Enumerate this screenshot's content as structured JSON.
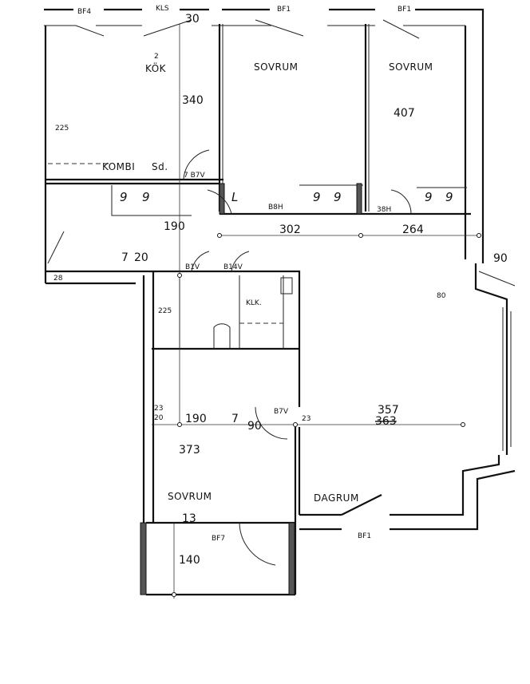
{
  "rooms": {
    "kitchen": "KÖK",
    "kitchen_note": "2",
    "bedroom_1": "SOVRUM",
    "bedroom_2": "SOVRUM",
    "bedroom_3": "SOVRUM",
    "living": "DAGRUM",
    "combi": "KOMBI",
    "combi_suffix": "Sd.",
    "wc": "KLK."
  },
  "codes": {
    "bf4": "BF4",
    "kls": "KLS",
    "bf1_top_a": "BF1",
    "bf1_top_b": "BF1",
    "b7v_top": "7 B7V",
    "b8h": "B8H",
    "b8h_2": "38H",
    "b1v": "B1V",
    "b14v": "B14V",
    "b7v_mid": "B7V",
    "bf7": "BF7",
    "bf1_bottom": "BF1",
    "l_mark": "L",
    "nine": "9"
  },
  "dimensions": {
    "d30": "30",
    "d340": "340",
    "d407": "407",
    "d225_top": "225",
    "d190_v": "190",
    "d302": "302",
    "d264": "264",
    "d90": "90",
    "d7": "7",
    "d20": "20",
    "d28": "28",
    "d225_mid": "225",
    "d80": "80",
    "d23_a": "23",
    "d20_b": "20",
    "d190_h": "190",
    "d7_b": "7",
    "d90_b": "90",
    "d23_b": "23",
    "d357": "357",
    "d363": "363",
    "d373": "373",
    "d13": "13",
    "d140": "140"
  }
}
